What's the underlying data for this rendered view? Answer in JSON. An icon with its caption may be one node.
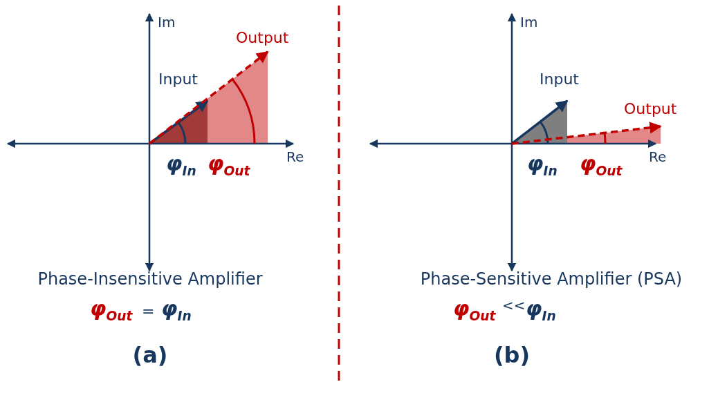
{
  "diagram": {
    "labels": [
      "Im",
      "Output",
      "Input",
      "Re",
      "φ$_{In}$",
      "φ$_{Out}$",
      "Phase-Insensitive Amplifier",
      "φ$_{Out}$",
      "=",
      "φ$_{In}$",
      "(a)",
      "Im",
      "Input",
      "Output",
      "Re",
      "φ$_{In}$",
      "φ$_{Out}$",
      "Phase-Sensitive Amplifier (PSA)",
      "φ$_{Out}$",
      "<<",
      "φ$_{In}$",
      "(b)"
    ]
  }
}
